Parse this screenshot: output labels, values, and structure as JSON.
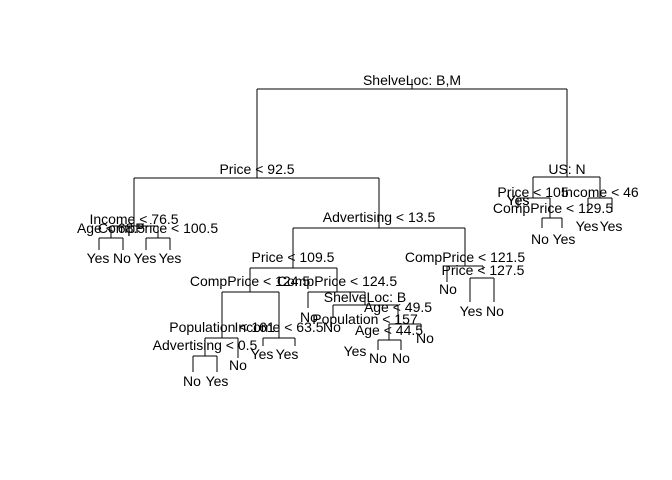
{
  "tree": {
    "root": "ShelveLoc: B,M",
    "left": "Price < 92.5",
    "right": "US: N",
    "income_765": "Income < 76.5",
    "age_685": "Age < 68.5",
    "comp_1005": "CompPrice < 100.5",
    "adv_135": "Advertising < 13.5",
    "price_1095": "Price < 109.5",
    "comp_1215": "CompPrice < 121.5",
    "price_1275": "Price < 127.5",
    "comp_1245a": "CompPrice < 124.5",
    "comp_1245b": "CompPrice < 124.5",
    "shelve_b": "ShelveLoc: B",
    "pop_161": "Population < 161",
    "income_635": "Income < 63.5",
    "adv_05": "Advertising < 0.5",
    "age_495": "Age < 49.5",
    "pop_157": "Population < 157",
    "age_445": "Age < 44.5",
    "price_105": "Price < 105",
    "income_46": "Income < 46",
    "comp_1295": "CompPrice < 129.5",
    "leaf_yes": "Yes",
    "leaf_no": "No"
  }
}
